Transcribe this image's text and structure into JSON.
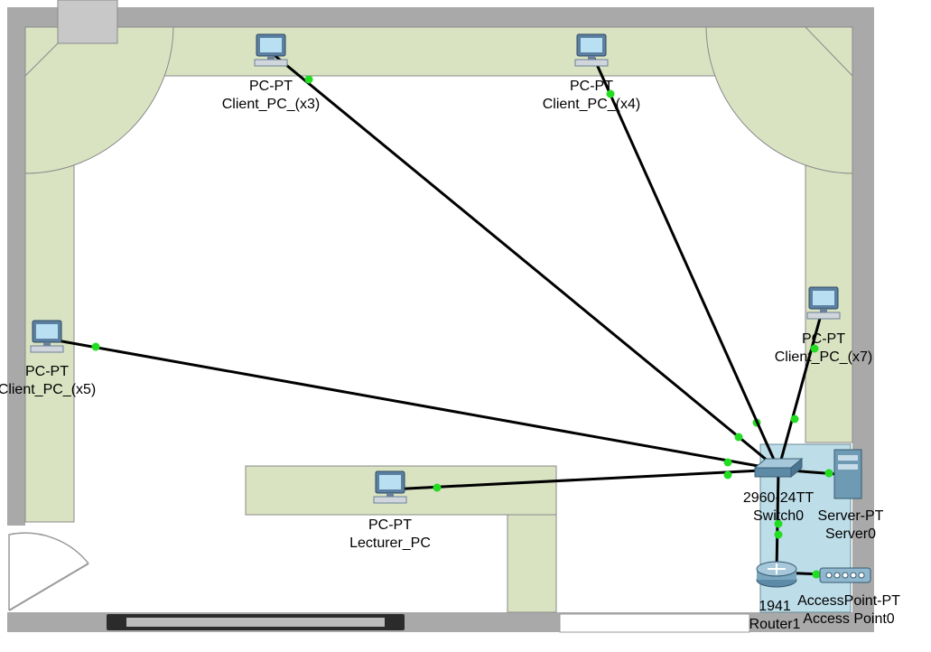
{
  "devices": [
    {
      "id": "pc3",
      "type": "PC-PT",
      "name": "Client_PC_(x3)",
      "icon": "pc-icon"
    },
    {
      "id": "pc4",
      "type": "PC-PT",
      "name": "Client_PC_(x4)",
      "icon": "pc-icon"
    },
    {
      "id": "pc5",
      "type": "PC-PT",
      "name": "Client_PC_(x5)",
      "icon": "pc-icon"
    },
    {
      "id": "pc7",
      "type": "PC-PT",
      "name": "Client_PC_(x7)",
      "icon": "pc-icon"
    },
    {
      "id": "lecturer",
      "type": "PC-PT",
      "name": "Lecturer_PC",
      "icon": "pc-icon"
    },
    {
      "id": "switch0",
      "type": "2960-24TT",
      "name": "Switch0",
      "icon": "switch-icon"
    },
    {
      "id": "server0",
      "type": "Server-PT",
      "name": "Server0",
      "icon": "server-icon"
    },
    {
      "id": "router1",
      "type": "1941",
      "name": "Router1",
      "icon": "router-icon"
    },
    {
      "id": "ap0",
      "type": "AccessPoint-PT",
      "name": "Access Point0",
      "icon": "access-point-icon"
    }
  ],
  "links": [
    [
      "pc3",
      "switch0"
    ],
    [
      "pc4",
      "switch0"
    ],
    [
      "pc5",
      "switch0"
    ],
    [
      "pc7",
      "switch0"
    ],
    [
      "lecturer",
      "switch0"
    ],
    [
      "switch0",
      "server0"
    ],
    [
      "switch0",
      "router1"
    ],
    [
      "router1",
      "ap0"
    ]
  ],
  "colors": {
    "floor": "#d9e3c2",
    "wall": "#a8a8a8",
    "link": "#000000",
    "port": "#22dd22",
    "rack": "#bddde8"
  }
}
